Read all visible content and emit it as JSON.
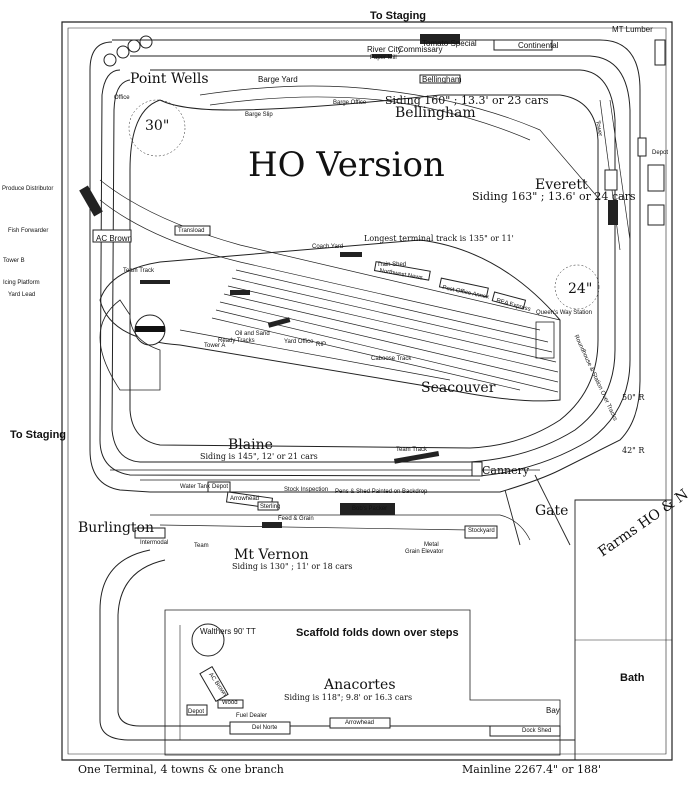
{
  "title": "HO Version",
  "labels": {
    "to_staging_top": "To Staging",
    "to_staging_left": "To Staging",
    "mt_lumber": "MT Lumber",
    "point_wells": "Point Wells",
    "office": "Office",
    "curve_30": "30\"",
    "curve_24": "24\"",
    "barge_yard": "Barge Yard",
    "barge_office": "Barge Office",
    "barge_slip": "Barge Slip",
    "river_city": "River City",
    "paper_mill": "Paper Mill",
    "commissary": "Commissary",
    "tomato_special": "Tomato Special",
    "continental": "Continental",
    "bellingham_small": "Bellingham",
    "bellingham": "Bellingham",
    "bellingham_siding": "Siding 160\" ; 13.3' or 23 cars",
    "everett": "Everett",
    "everett_siding": "Siding 163\" ; 13.6' or 24 cars",
    "depot_e": "Depot",
    "tower": "Tower",
    "produce": "Produce Distributor",
    "fish": "Fish Forwarder",
    "ac_brown": "AC Brown",
    "transload": "Transload",
    "tower_b": "Tower B",
    "icing": "Icing Platform",
    "yard_lead": "Yard Lead",
    "team_track": "Team Track",
    "coach_yard": "Coach Yard",
    "train_shed": "Train Shed",
    "northwest_news": "Northwest News",
    "post_office_annex": "Post Office Annex",
    "rea_express": "REA Express",
    "queens_way": "Queen's Way Station",
    "longest": "Longest terminal track is 135\" or 11'",
    "oil_sand": "Oil and Sand",
    "ready_tracks": "Ready Tracks",
    "tower_a": "Tower A",
    "yard_office": "Yard Office",
    "rip": "RIP",
    "caboose": "Caboose Track",
    "seacouver": "Seacouver",
    "roundhouse_text": "Roundhouse & Station Over Tracks",
    "r50": "50\" R",
    "r42": "42\" R",
    "blaine": "Blaine",
    "blaine_siding": "Siding is 145\", 12' or 21 cars",
    "team_track_b": "Team Track",
    "cannery": "Cannery",
    "water_tank": "Water Tank",
    "depot_b": "Depot",
    "stock": "Stock Inspection",
    "pens": "Pens & Shed Painted on Backdrop",
    "arrowhead_b": "Arrowhead",
    "sterling": "Sterling",
    "feed_grain": "Feed & Grain",
    "bob_packer": "Bob's Packer",
    "gate": "Gate",
    "farms": "Farms HO & N",
    "burlington": "Burlington",
    "intermodal": "Intermodal",
    "team_b": "Team",
    "metal": "Metal",
    "grain_elevator": "Grain Elevator",
    "stockyard": "Stockyard",
    "mt_vernon": "Mt Vernon",
    "mt_vernon_siding": "Siding is 130\" ; 11' or 18 cars",
    "walthers": "Walthers 90' TT",
    "scaffold": "Scaffold  folds down over steps",
    "anacortes": "Anacortes",
    "anacortes_siding": "Siding is 118\"; 9.8' or 16.3 cars",
    "ac_brown_b": "AC Brown",
    "wood": "Wood",
    "depot_a": "Depot",
    "fuel_dealer": "Fuel Dealer",
    "bay": "Bay",
    "del_norte": "Del Norte",
    "arrowhead_a": "Arrowhead",
    "dock_shed": "Dock Shed",
    "bath": "Bath",
    "caption_left": "One Terminal, 4 towns & one branch",
    "caption_right": "Mainline   2267.4\" or 188'"
  }
}
